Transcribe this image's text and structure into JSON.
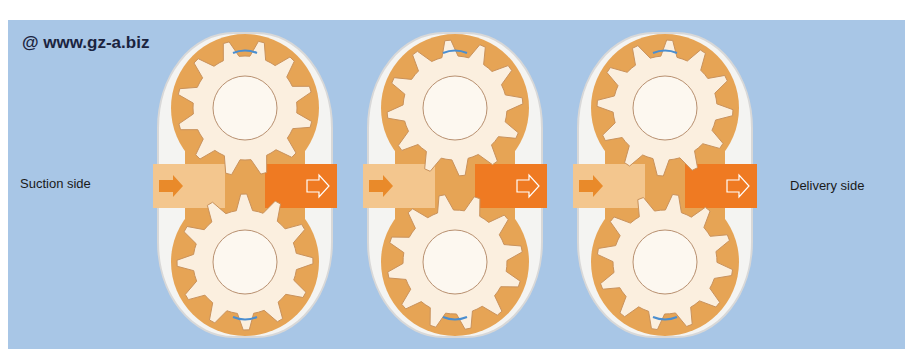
{
  "diagram": {
    "labels": [
      "@ www.gz-a.biz",
      "Suction side",
      "Delivery side"
    ]
  }
}
